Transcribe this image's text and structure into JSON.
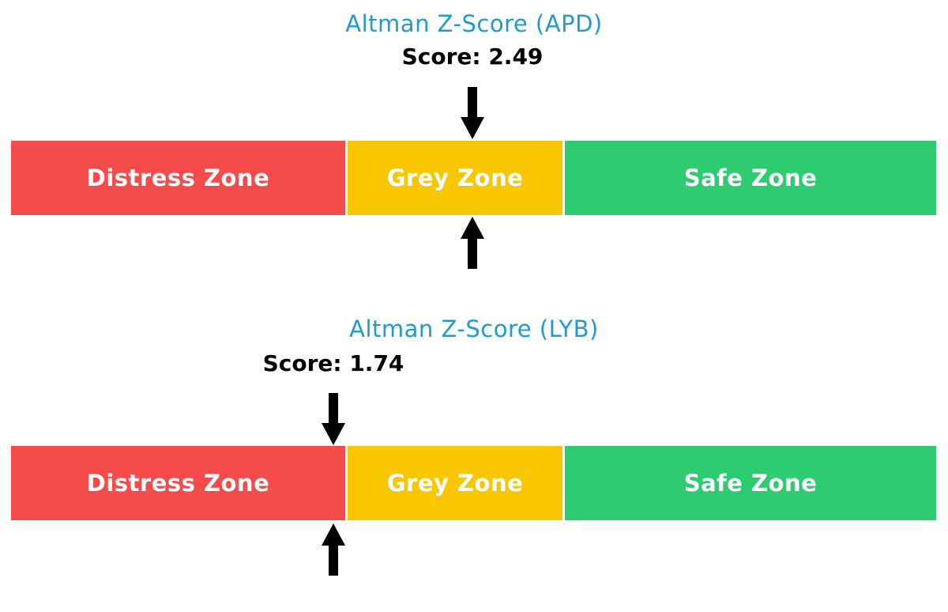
{
  "colors": {
    "background": "#ffffff",
    "title_blue": "#1e9bd0",
    "score_text": "#000000",
    "arrow": "#000000",
    "zone_label_text": "#ffffff",
    "distress_red": "#f54b4b",
    "grey_yellow": "#f8c702",
    "safe_green": "#2ecc71"
  },
  "chart_data": [
    {
      "type": "zone-gauge",
      "title": "Altman Z-Score (APD)",
      "score": 2.49,
      "score_label": "Score: 2.49",
      "zones": [
        {
          "label": "Distress Zone",
          "color": "#f54b4b"
        },
        {
          "label": "Grey Zone",
          "color": "#f8c702"
        },
        {
          "label": "Safe Zone",
          "color": "#2ecc71"
        }
      ],
      "marker_percent": 49.9,
      "marker_zone": "Grey Zone",
      "legend_position": "none",
      "grid": false
    },
    {
      "type": "zone-gauge",
      "title": "Altman Z-Score (LYB)",
      "score": 1.74,
      "score_label": "Score: 1.74",
      "zones": [
        {
          "label": "Distress Zone",
          "color": "#f54b4b"
        },
        {
          "label": "Grey Zone",
          "color": "#f8c702"
        },
        {
          "label": "Safe Zone",
          "color": "#2ecc71"
        }
      ],
      "marker_percent": 34.8,
      "marker_zone": "Distress Zone",
      "legend_position": "none",
      "grid": false
    }
  ]
}
